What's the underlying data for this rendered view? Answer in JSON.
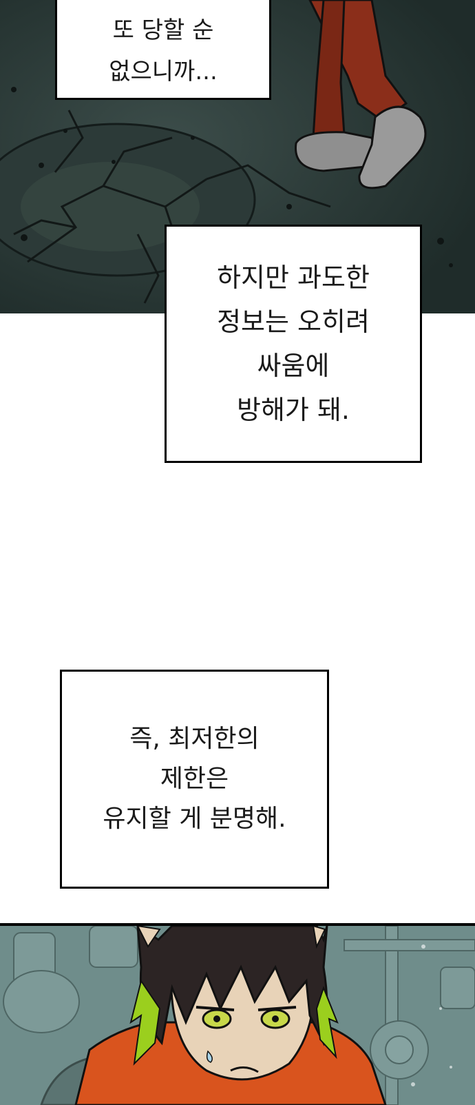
{
  "captions": {
    "top": {
      "lines": [
        "또 당할 순",
        "없으니까..."
      ]
    },
    "middle": {
      "lines": [
        "하지만 과도한",
        "정보는 오히려",
        "싸움에",
        "방해가 돼."
      ]
    },
    "bottom": {
      "lines": [
        "즉, 최저한의",
        "제한은",
        "유지할 게 분명해."
      ]
    }
  },
  "colors": {
    "top_panel_bg": "#233330",
    "pants": "#8b2e1a",
    "shoes": "#8f8f8f",
    "bottom_panel_bg": "#6f8d8b",
    "hair": "#2c2424",
    "hair_tips": "#9bcf1e",
    "eyes": "#c8d84a",
    "jacket": "#d9541e"
  }
}
